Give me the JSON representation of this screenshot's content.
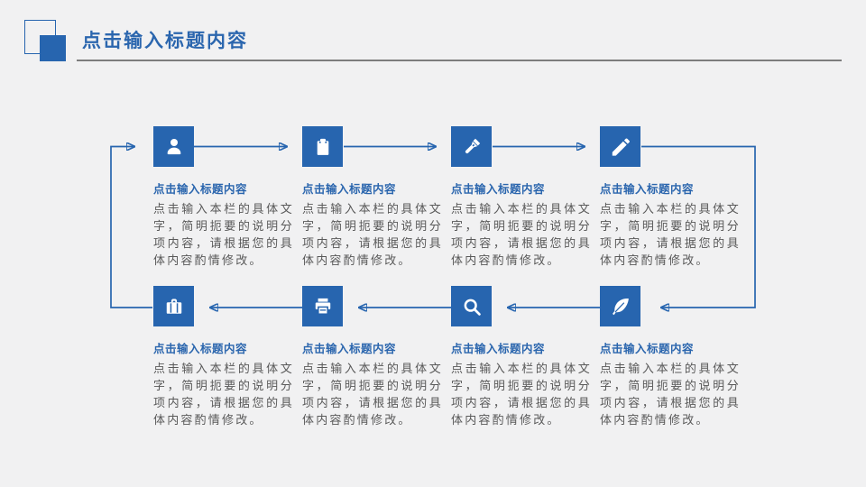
{
  "header": {
    "title": "点击输入标题内容"
  },
  "colors": {
    "accent_blue": "#2765af",
    "node_title_blue": "#2b66ae",
    "body_text_gray": "#595959",
    "background": "#f1f1f2",
    "header_rule_gray": "#7d7d7d"
  },
  "flow": {
    "top_row_arrow_direction": "right",
    "bottom_row_arrow_direction": "left",
    "loop": "closed cycle (right side down, left side up)"
  },
  "nodes": [
    {
      "icon": "user-icon",
      "title": "点击输入标题内容",
      "body": "点击输入本栏的具体文字，简明扼要的说明分项内容，请根据您的具体内容酌情修改。"
    },
    {
      "icon": "clipboard-icon",
      "title": "点击输入标题内容",
      "body": "点击输入本栏的具体文字，简明扼要的说明分项内容，请根据您的具体内容酌情修改。"
    },
    {
      "icon": "flashlight-icon",
      "title": "点击输入标题内容",
      "body": "点击输入本栏的具体文字，简明扼要的说明分项内容，请根据您的具体内容酌情修改。"
    },
    {
      "icon": "pencil-icon",
      "title": "点击输入标题内容",
      "body": "点击输入本栏的具体文字，简明扼要的说明分项内容，请根据您的具体内容酌情修改。"
    },
    {
      "icon": "briefcase-icon",
      "title": "点击输入标题内容",
      "body": "点击输入本栏的具体文字，简明扼要的说明分项内容，请根据您的具体内容酌情修改。"
    },
    {
      "icon": "printer-icon",
      "title": "点击输入标题内容",
      "body": "点击输入本栏的具体文字，简明扼要的说明分项内容，请根据您的具体内容酌情修改。"
    },
    {
      "icon": "search-icon",
      "title": "点击输入标题内容",
      "body": "点击输入本栏的具体文字，简明扼要的说明分项内容，请根据您的具体内容酌情修改。"
    },
    {
      "icon": "feather-icon",
      "title": "点击输入标题内容",
      "body": "点击输入本栏的具体文字，简明扼要的说明分项内容，请根据您的具体内容酌情修改。"
    }
  ]
}
